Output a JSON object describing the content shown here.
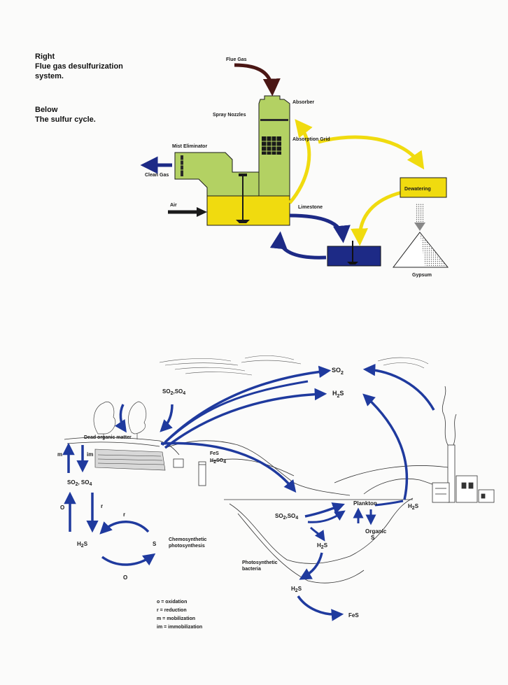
{
  "captions": {
    "right_word": "Right",
    "right_text_1": "Flue gas desulfurization",
    "right_text_2": "system.",
    "below_word": "Below",
    "below_text": "The sulfur cycle."
  },
  "fgd": {
    "flue_gas": "Flue Gas",
    "absorber": "Absorber",
    "spray_nozzles": "Spray Nozzles",
    "absorption_grid": "Absorption Grid",
    "mist_eliminator": "Mist Eliminator",
    "clean_gas": "Clean Gas",
    "air": "Air",
    "limestone": "Limestone",
    "dewatering": "Dewatering",
    "gypsum": "Gypsum"
  },
  "cycle": {
    "so2_top": "SO",
    "so2_top_sub": "2",
    "h2s_top": "H",
    "h2s_top_sub": "2",
    "h2s_top_s": "S",
    "so2so4_air_a": "SO",
    "so2so4_air_sub1": "2",
    "so2so4_air_b": ",SO",
    "so2so4_air_sub2": "4",
    "dead_organic": "Dead organic matter",
    "m": "m",
    "im": "im",
    "so2so4_soil_a": "SO",
    "so2so4_soil_sub1": "2",
    "so2so4_soil_b": ", SO",
    "so2so4_soil_sub2": "4",
    "o_left": "O",
    "r_left": "r",
    "r_arc": "r",
    "o_bottom": "O",
    "h2s_left": "H",
    "h2s_left_sub": "2",
    "h2s_left_s": "S",
    "s_mid": "S",
    "chemo_1": "Chemosynthetic",
    "chemo_2": "photosynthesis",
    "fes_top": "FeS",
    "h2so4_a": "H",
    "h2so4_sub1": "2",
    "h2so4_b": "SO",
    "h2so4_sub2": "4",
    "so2so4_water_a": "SO",
    "so2so4_water_sub1": "2",
    "so2so4_water_b": ",SO",
    "so2so4_water_sub2": "4",
    "plankton": "Plankton",
    "organic": "Organic",
    "organic_s": "S",
    "h2s_right": "H",
    "h2s_right_sub": "2",
    "h2s_right_s": "S",
    "h2s_water": "H",
    "h2s_water_sub": "2",
    "h2s_water_s": "S",
    "photo_1": "Photosynthetic",
    "photo_2": "bacteria",
    "h2s_deep": "H",
    "h2s_deep_sub": "2",
    "h2s_deep_s": "S",
    "fes_bottom": "FeS"
  },
  "legend": {
    "o": "o = oxidation",
    "r": "r = reduction",
    "m": "m = mobilization",
    "im": "im = immobilization"
  },
  "colors": {
    "green": "#b3d163",
    "yellow": "#f0db0f",
    "navy": "#1d2a86",
    "maroon": "#4a1614",
    "cycle_blue": "#1f3a9e"
  }
}
